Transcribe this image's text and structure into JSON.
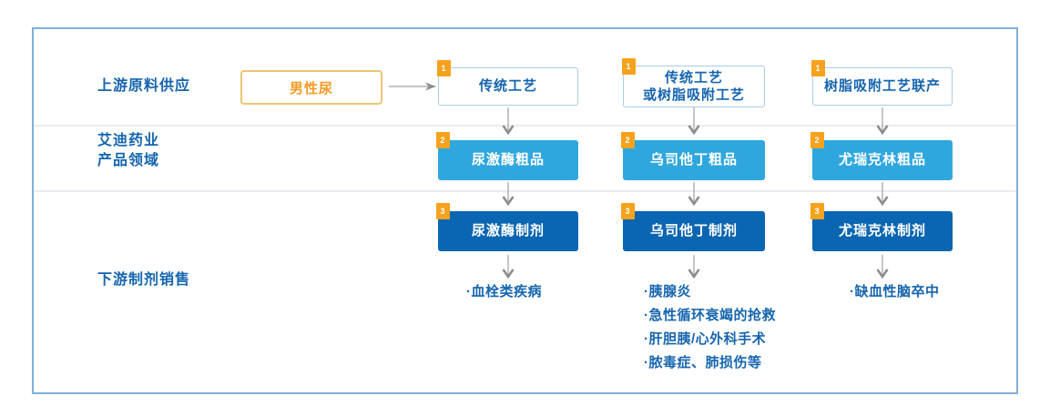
{
  "colors": {
    "container_border": "#7fb0d9",
    "divider": "#e8edf1",
    "label_blue": "#1565ae",
    "light_blue_box": "#2fa7de",
    "dark_blue_box": "#0a66b2",
    "outline_box_border": "#a9cce8",
    "badge_orange": "#f5a21c",
    "source_text_orange": "#f59a23",
    "source_border_orange": "#eec572",
    "arrow_gray": "#8c8c8c"
  },
  "row_labels": {
    "upstream": "上游原料供应",
    "company": "艾迪药业\n产品领域",
    "downstream": "下游制剂销售"
  },
  "source_box": {
    "label": "男性尿"
  },
  "process_row": [
    {
      "badge": "1",
      "label": "传统工艺"
    },
    {
      "badge": "1",
      "label": "传统工艺\n或树脂吸附工艺"
    },
    {
      "badge": "1",
      "label": "树脂吸附工艺联产"
    }
  ],
  "crude_row": [
    {
      "badge": "2",
      "label": "尿激酶粗品"
    },
    {
      "badge": "2",
      "label": "乌司他丁粗品"
    },
    {
      "badge": "2",
      "label": "尤瑞克林粗品"
    }
  ],
  "formulation_row": [
    {
      "badge": "3",
      "label": "尿激酶制剂"
    },
    {
      "badge": "3",
      "label": "乌司他丁制剂"
    },
    {
      "badge": "3",
      "label": "尤瑞克林制剂"
    }
  ],
  "indications": [
    {
      "items": [
        "·血栓类疾病"
      ]
    },
    {
      "items": [
        "·胰腺炎",
        "·急性循环衰竭的抢救",
        "·肝胆胰/心外科手术",
        "·脓毒症、肺损伤等"
      ]
    },
    {
      "items": [
        "·缺血性脑卒中"
      ]
    }
  ]
}
